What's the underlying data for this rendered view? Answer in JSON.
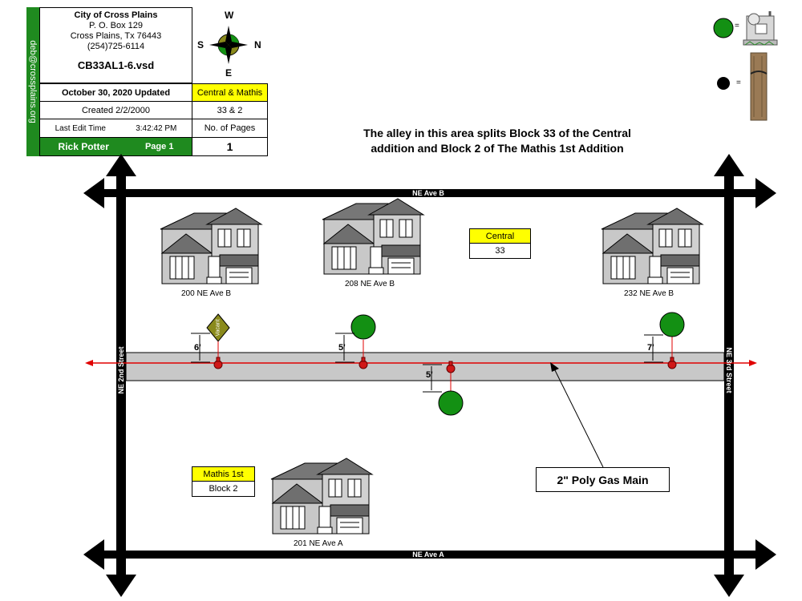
{
  "title_block": {
    "org_name": "City of Cross Plains",
    "address_line1": "P. O. Box 129",
    "address_line2": "Cross Plains, Tx  76443",
    "phone": "(254)725-6114",
    "file_name": "CB33AL1-6.vsd",
    "email": "deb@crossplains.org",
    "updated": "October 30, 2020 Updated",
    "created": "Created 2/2/2000",
    "last_edit_label": "Last Edit Time",
    "last_edit_time": "3:42:42 PM",
    "area_name": "Central & Mathis",
    "blocks": "33 & 2",
    "pages_label": "No. of Pages",
    "pages_count": "1",
    "author": "Rick Potter",
    "page_label": "Page 1"
  },
  "compass": {
    "north": "N",
    "south": "S",
    "east": "E",
    "west": "W"
  },
  "legend": {
    "meter_eq": "=",
    "pole_eq": "="
  },
  "note": {
    "line1": "The alley in this area splits Block 33 of the Central",
    "line2": "addition and Block 2 of The Mathis 1st Addition"
  },
  "streets": {
    "top": "NE Ave B",
    "bottom": "NE Ave A",
    "left": "NE 2nd Street",
    "right": "NE 3rd Street"
  },
  "houses": [
    {
      "address": "200 NE Ave B"
    },
    {
      "address": "208 NE Ave B"
    },
    {
      "address": "232 NE Ave B"
    },
    {
      "address": "201 NE Ave A"
    }
  ],
  "vacant_sign": "Vacant",
  "block_labels": {
    "central": {
      "name": "Central",
      "block": "33"
    },
    "mathis": {
      "name": "Mathis 1st",
      "block": "Block 2"
    }
  },
  "dimensions": [
    "6'",
    "5'",
    "5'",
    "7'"
  ],
  "callout": "2\" Poly Gas Main",
  "colors": {
    "green_header": "#1f8a1f",
    "yellow_highlight": "#ffff00",
    "gas_main": "#e00000",
    "meter": "#139013",
    "alley": "#c8c8c8",
    "vacant_sign": "#8a8a1c"
  }
}
